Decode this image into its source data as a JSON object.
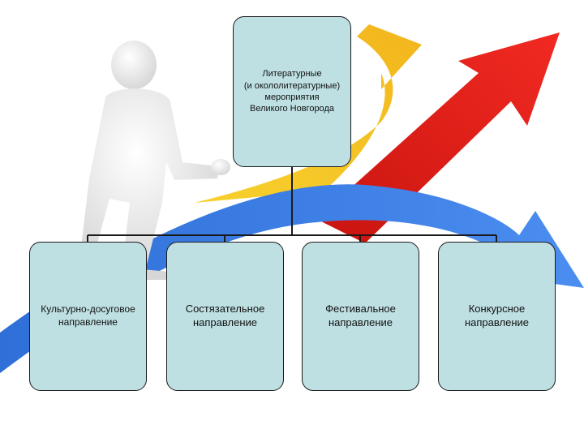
{
  "diagram": {
    "root": {
      "label": "Литературные\n(и окололитературные)\nмероприятия\nВеликого Новгорода"
    },
    "children": [
      {
        "label": "Культурно-досуговое\nнаправление"
      },
      {
        "label": "Состязательное\nнаправление"
      },
      {
        "label": "Фестивальное\nнаправление"
      },
      {
        "label": "Конкурсное\nнаправление"
      }
    ]
  },
  "colors": {
    "box_fill": "#bfe0e3",
    "connector": "#1a1a1a",
    "arrow_blue": "#3d7fe0",
    "arrow_yellow": "#f5c629",
    "arrow_red": "#e0221c"
  },
  "illustration": {
    "figure": "white-3d-person-icon"
  }
}
